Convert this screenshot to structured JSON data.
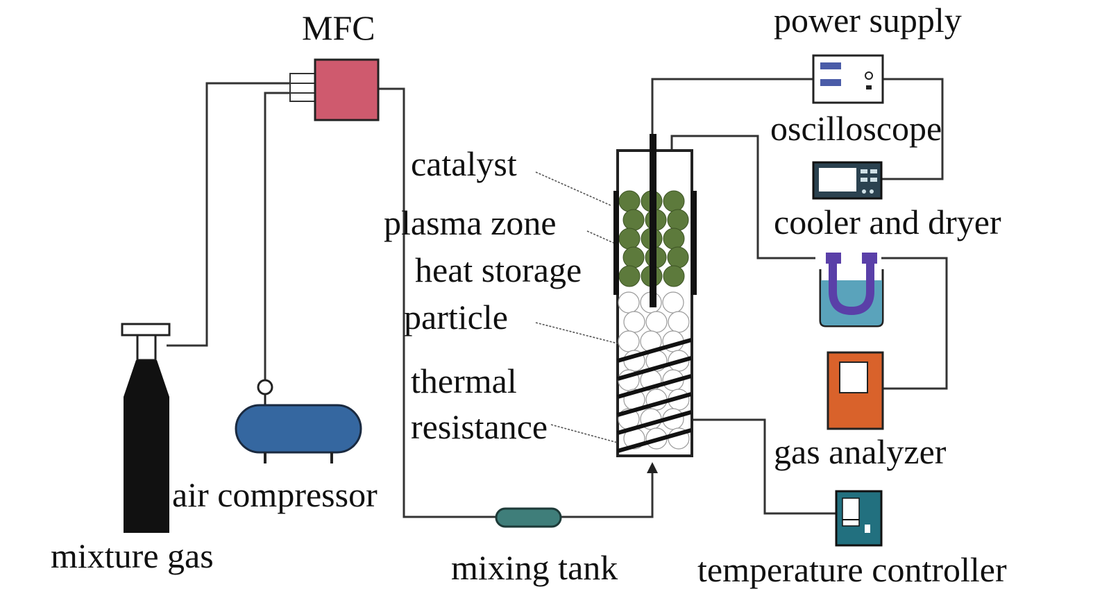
{
  "labels": {
    "mfc": "MFC",
    "power_supply": "power supply",
    "oscilloscope": "oscilloscope",
    "cooler_dryer": "cooler and dryer",
    "gas_analyzer": "gas analyzer",
    "temperature_controller": "temperature controller",
    "mixing_tank": "mixing tank",
    "mixture_gas": "mixture gas",
    "air_compressor": "air compressor",
    "catalyst": "catalyst",
    "plasma_zone": "plasma zone",
    "heat_storage": "heat storage",
    "particle": "particle",
    "thermal": "thermal",
    "resistance": "resistance"
  },
  "colors": {
    "mfc": "#cf5a6e",
    "compressor": "#3567a0",
    "mixing_tank": "#3f7e7a",
    "catalyst_particles": "#5d7a3c",
    "cooler_bath": "#5aa3bb",
    "cooler_tube": "#5a3fa8",
    "gas_analyzer": "#d9622b",
    "temperature_controller": "#22707f",
    "cylinder": "#111111",
    "pipe": "#333333"
  }
}
